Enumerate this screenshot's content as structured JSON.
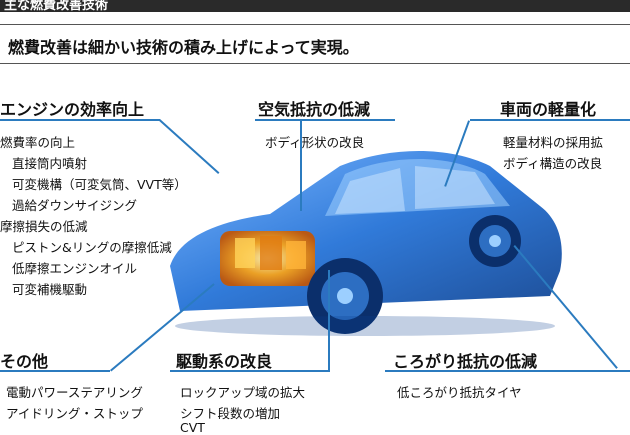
{
  "header": {
    "title_fragment": "主な燃費改善技術",
    "subtitle": "燃費改善は細かい技術の積み上げによって実現。"
  },
  "sections": {
    "engine": {
      "title": "エンジンの効率向上",
      "items": [
        "燃費率の向上",
        "直接筒内噴射",
        "可変機構（可変気筒、VVT等）",
        "過給ダウンサイジング",
        "摩擦損失の低減",
        "ピストン&リングの摩擦低減",
        "低摩擦エンジンオイル",
        "可変補機駆動"
      ]
    },
    "air": {
      "title": "空気抵抗の低減",
      "items": [
        "ボディ形状の改良"
      ]
    },
    "weight": {
      "title": "車両の軽量化",
      "items": [
        "軽量材料の採用拡",
        "ボディ構造の改良"
      ]
    },
    "other": {
      "title": "その他",
      "items": [
        "電動パワーステアリング",
        "アイドリング・ストップ"
      ]
    },
    "drive": {
      "title": "駆動系の改良",
      "items": [
        "ロックアップ域の拡大",
        "シフト段数の増加",
        "CVT"
      ]
    },
    "rolling": {
      "title": "ころがり抵抗の低減",
      "items": [
        "低ころがり抵抗タイヤ"
      ]
    }
  },
  "colors": {
    "accent": "#2b7bbf",
    "car_body": "#1f6fd6",
    "engine": "#f4a21c"
  }
}
